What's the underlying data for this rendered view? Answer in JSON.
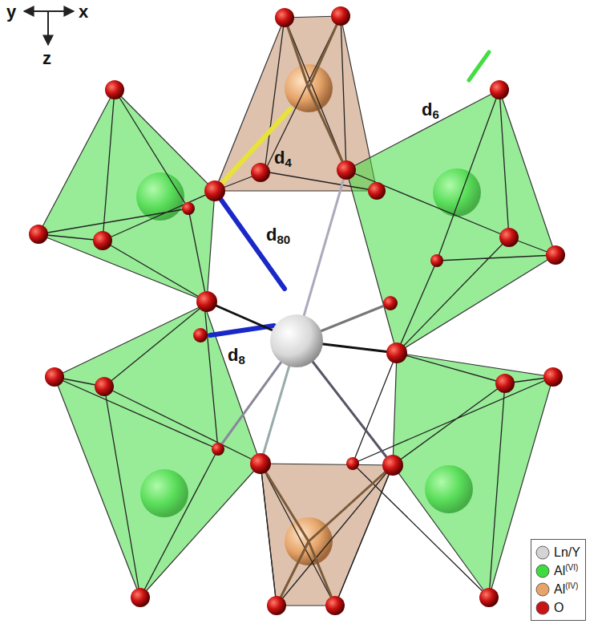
{
  "diagram": {
    "labels": [
      "y",
      "x",
      "z",
      "d4",
      "d6",
      "d80",
      "d8"
    ],
    "legend": [
      {
        "text": "Ln/Y",
        "color": "#d4d4d4"
      },
      {
        "text": "Al(VI)",
        "color": "#3fdc3f"
      },
      {
        "text": "Al(IV)",
        "color": "#e6a46a"
      },
      {
        "text": "O",
        "color": "#c81414"
      }
    ]
  }
}
